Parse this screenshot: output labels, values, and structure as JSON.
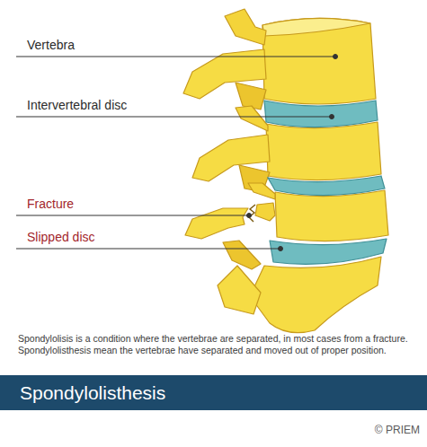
{
  "diagram": {
    "title": "Spondylolisthesis",
    "caption": "Spondylolisis is a condition where the vertebrae are separated, in most cases from a fracture. Spondylolisthesis mean the vertebrae have separated and moved out of proper position.",
    "labels": [
      "Vertebra",
      "Intervertebral disc",
      "Fracture",
      "Slipped disc",
      "© PRIEM"
    ]
  }
}
